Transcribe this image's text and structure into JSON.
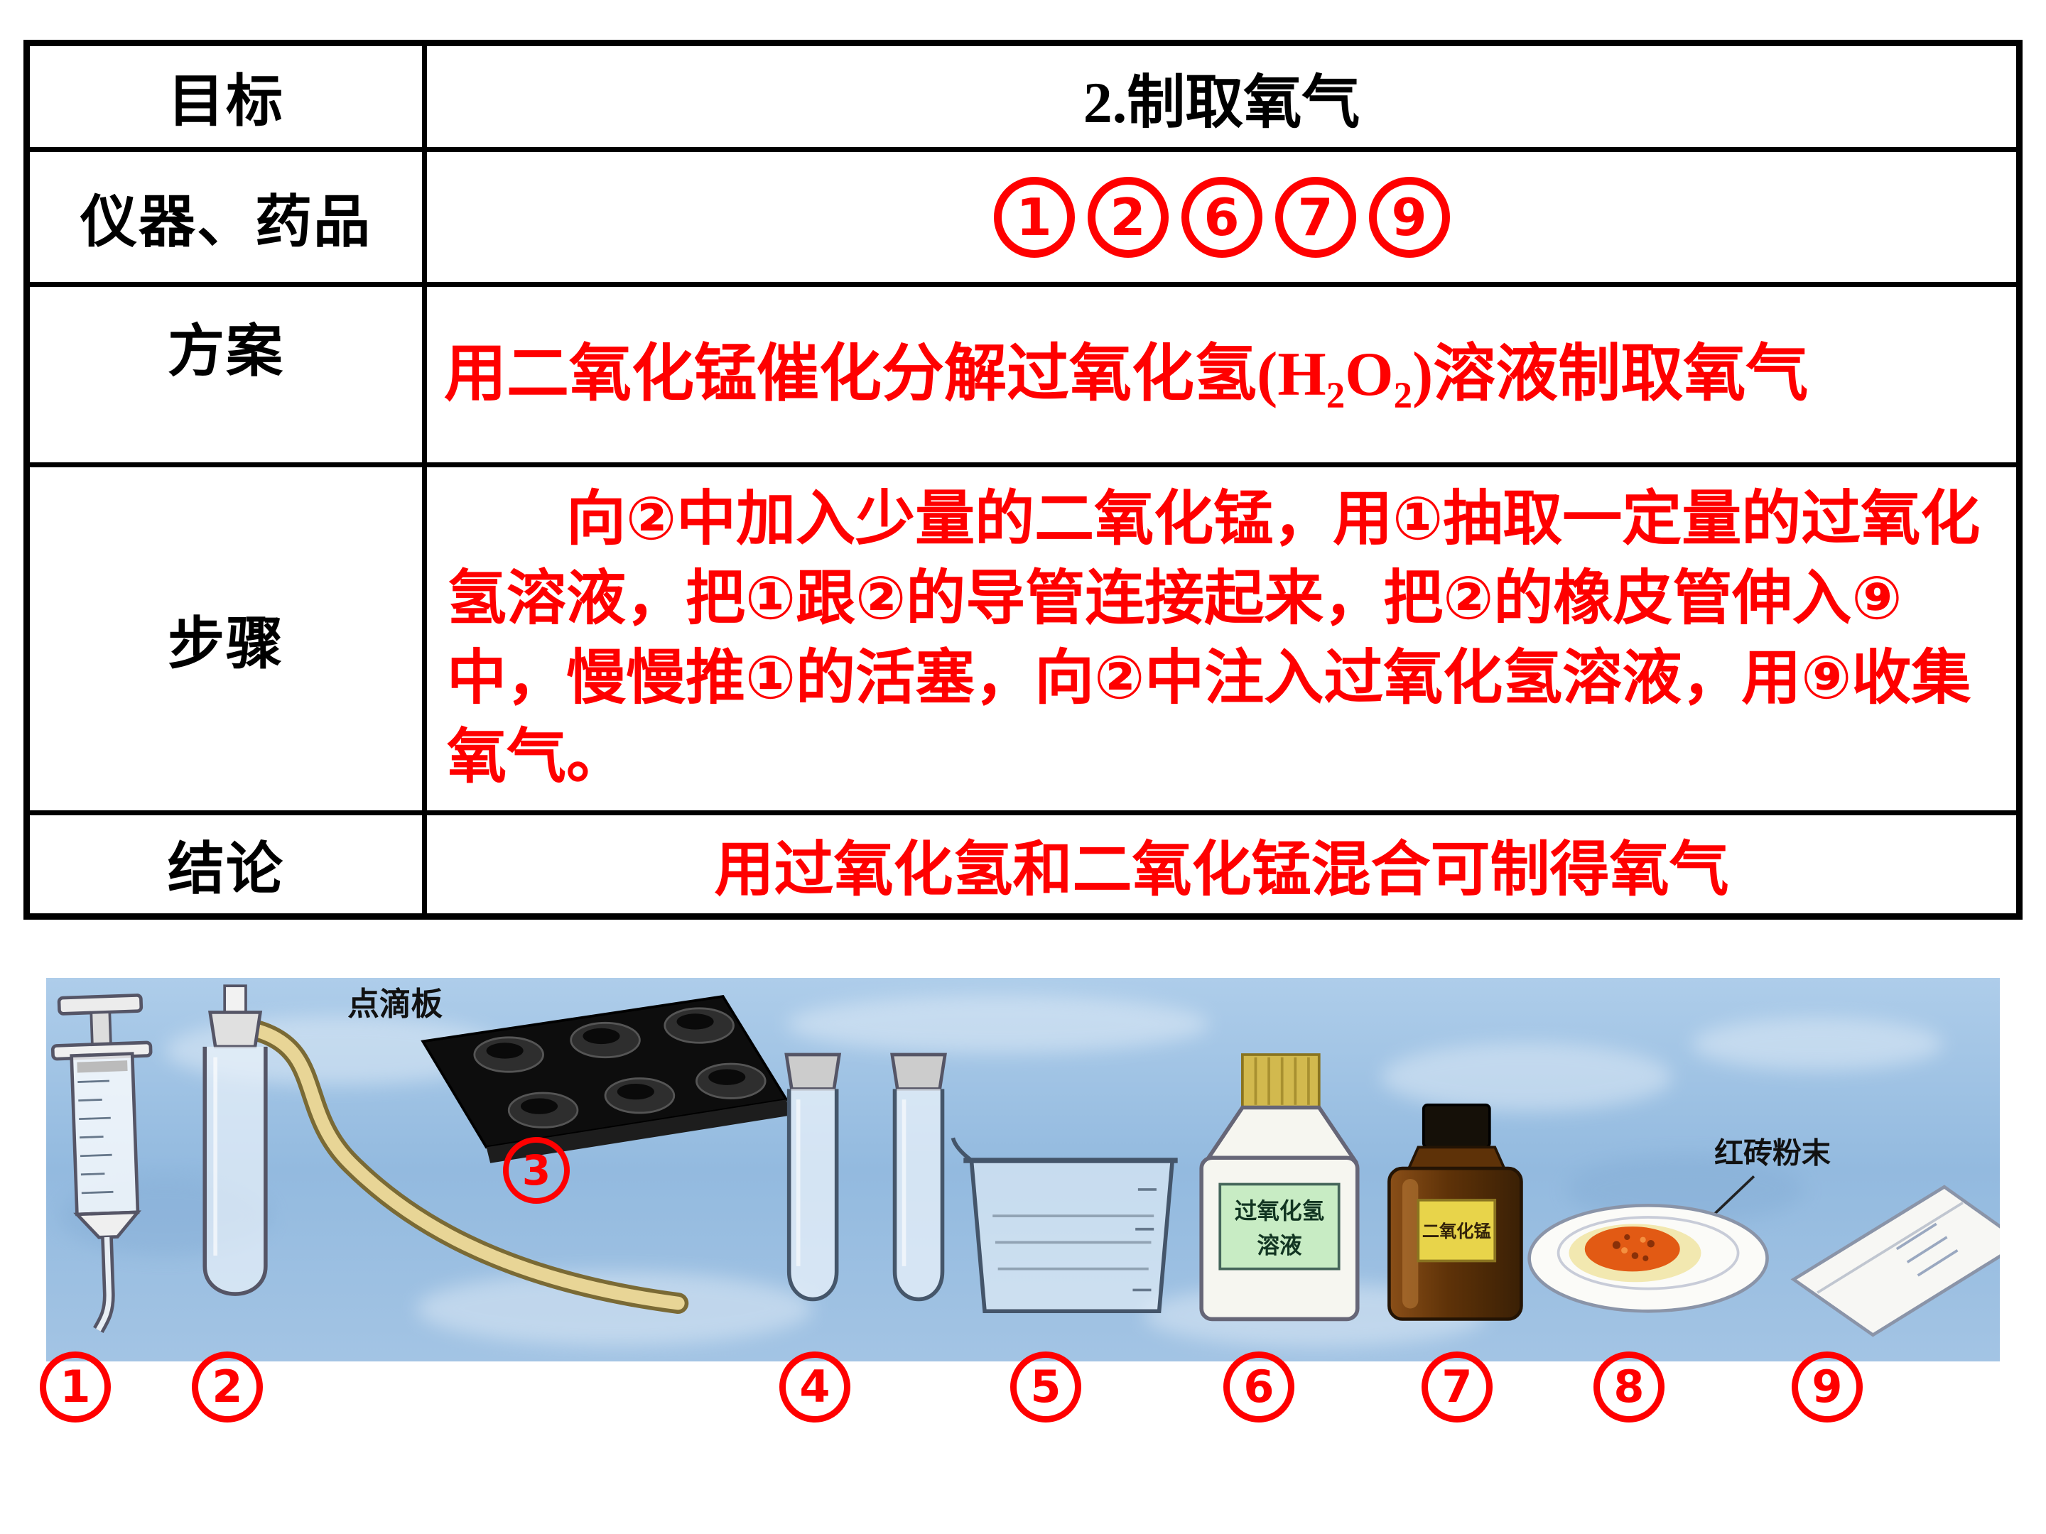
{
  "table": {
    "rows": [
      {
        "header": "目标",
        "content": "2.制取氧气"
      },
      {
        "header": "仪器、药品",
        "content": ""
      },
      {
        "header": "方案",
        "content": "用二氧化锰催化分解过氧化氢(H₂O₂)溶液制取氧气"
      },
      {
        "header": "步骤",
        "content": "向②中加入少量的二氧化锰，用①抽取一定量的过氧化氢溶液，把①跟②的导管连接起来，把②的橡皮管伸入⑨中，慢慢推①的活塞，向②中注入过氧化氢溶液，用⑨收集氧气。"
      },
      {
        "header": "结论",
        "content": "用过氧化氢和二氧化锰混合可制得氧气"
      }
    ],
    "instrument_numbers": [
      "1",
      "2",
      "6",
      "7",
      "9"
    ]
  },
  "photo": {
    "labels": {
      "spot_plate": "点滴板",
      "red_brick_powder": "红砖粉末",
      "h2o2_line1": "过氧化氢",
      "h2o2_line2": "溶液",
      "mno2": "二氧化锰"
    },
    "equipment_numbers": [
      "1",
      "2",
      "3",
      "4",
      "5",
      "6",
      "7",
      "8",
      "9"
    ]
  },
  "colors": {
    "accent_red": "#ff0000",
    "photo_background_blue": "#9cc0e2",
    "table_border_black": "#000000"
  }
}
